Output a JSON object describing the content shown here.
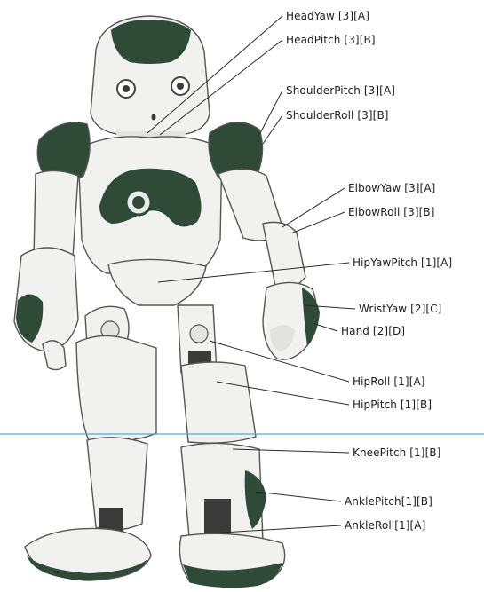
{
  "labels": {
    "head_yaw": "HeadYaw [3][A]",
    "head_pitch": "HeadPitch [3][B]",
    "shoulder_pitch": "ShoulderPitch [3][A]",
    "shoulder_roll": "ShoulderRoll [3][B]",
    "elbow_yaw": "ElbowYaw [3][A]",
    "elbow_roll": "ElbowRoll [3][B]",
    "hip_yaw_pitch": "HipYawPitch [1][A]",
    "wrist_yaw": "WristYaw [2][C]",
    "hand": "Hand [2][D]",
    "hip_roll": "HipRoll [1][A]",
    "hip_pitch": "HipPitch [1][B]",
    "knee_pitch": "KneePitch [1][B]",
    "ankle_pitch": "AnklePitch[1][B]",
    "ankle_roll": "AnkleRoll[1][A]"
  },
  "colors": {
    "robot_accent": "#2f4a36",
    "robot_shell": "#f1f1ef",
    "divider_line": "#5aa7d8"
  }
}
